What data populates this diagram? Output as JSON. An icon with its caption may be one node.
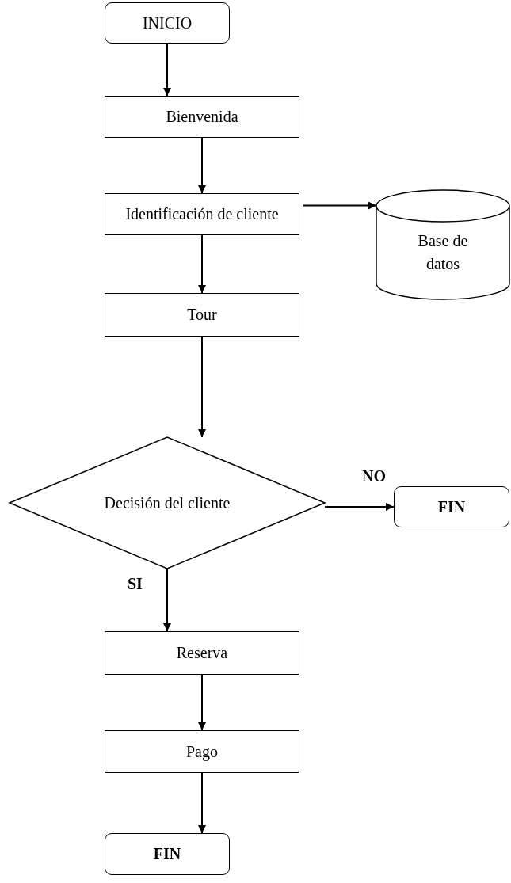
{
  "diagram": {
    "nodes": [
      {
        "text": [
          "INICIO"
        ]
      },
      {
        "text": [
          "Bienvenida"
        ]
      },
      {
        "text": [
          "Identificación de cliente"
        ]
      },
      {
        "text": [
          "Base de datos"
        ]
      },
      {
        "text": [
          "Tour"
        ]
      },
      {
        "text": [
          "Decisión del cliente"
        ]
      },
      {
        "text": [
          "FIN"
        ]
      },
      {
        "text": [
          "Reserva"
        ]
      },
      {
        "text": [
          "Pago"
        ]
      },
      {
        "text": [
          "FIN"
        ]
      }
    ],
    "edges": [
      {
        "from": 0,
        "to": 1,
        "arrow": "to"
      },
      {
        "from": 1,
        "to": 2,
        "arrow": "to"
      },
      {
        "from": 2,
        "to": 3,
        "arrow": "to"
      },
      {
        "from": 2,
        "to": 4,
        "arrow": "to"
      },
      {
        "from": 4,
        "to": 5,
        "arrow": "to"
      },
      {
        "from": 5,
        "to": 6,
        "arrow": "to",
        "label": "NO"
      },
      {
        "from": 5,
        "to": 7,
        "arrow": "to",
        "label": "SI"
      },
      {
        "from": 7,
        "to": 8,
        "arrow": "to"
      },
      {
        "from": 8,
        "to": 9,
        "arrow": "to"
      }
    ]
  }
}
